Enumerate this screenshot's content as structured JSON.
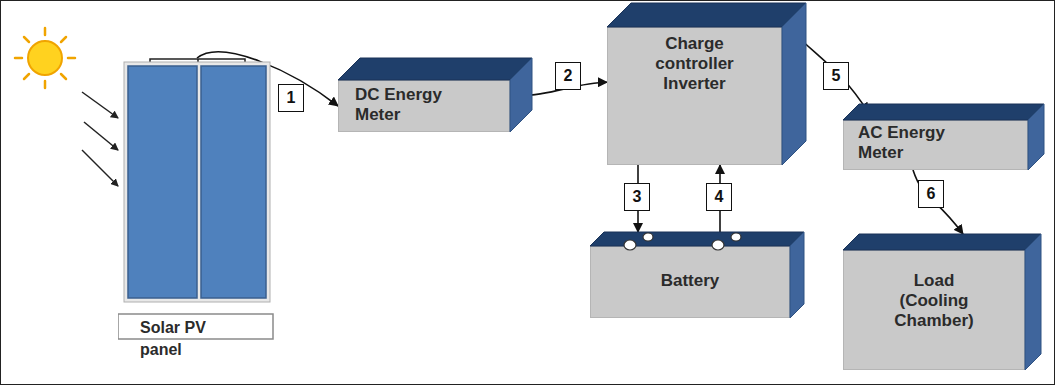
{
  "diagram": {
    "nodes": [
      {
        "text": [
          "Solar PV panel"
        ]
      },
      {
        "text": [
          "DC Energy Meter"
        ]
      },
      {
        "text": [
          "Charge controller Inverter"
        ]
      },
      {
        "text": [
          "Battery"
        ]
      },
      {
        "text": [
          "AC Energy Meter"
        ]
      },
      {
        "text": [
          "Load (Cooling Chamber)"
        ]
      }
    ],
    "edges": [
      {
        "from": 0,
        "to": 1,
        "label": "1",
        "arrow": "to"
      },
      {
        "from": 1,
        "to": 2,
        "label": "2",
        "arrow": "to"
      },
      {
        "from": 2,
        "to": 3,
        "label": "3",
        "arrow": "to"
      },
      {
        "from": 3,
        "to": 2,
        "label": "4",
        "arrow": "to"
      },
      {
        "from": 2,
        "to": 4,
        "label": "5",
        "arrow": "to"
      },
      {
        "from": 4,
        "to": 5,
        "label": "6",
        "arrow": "to"
      }
    ]
  }
}
